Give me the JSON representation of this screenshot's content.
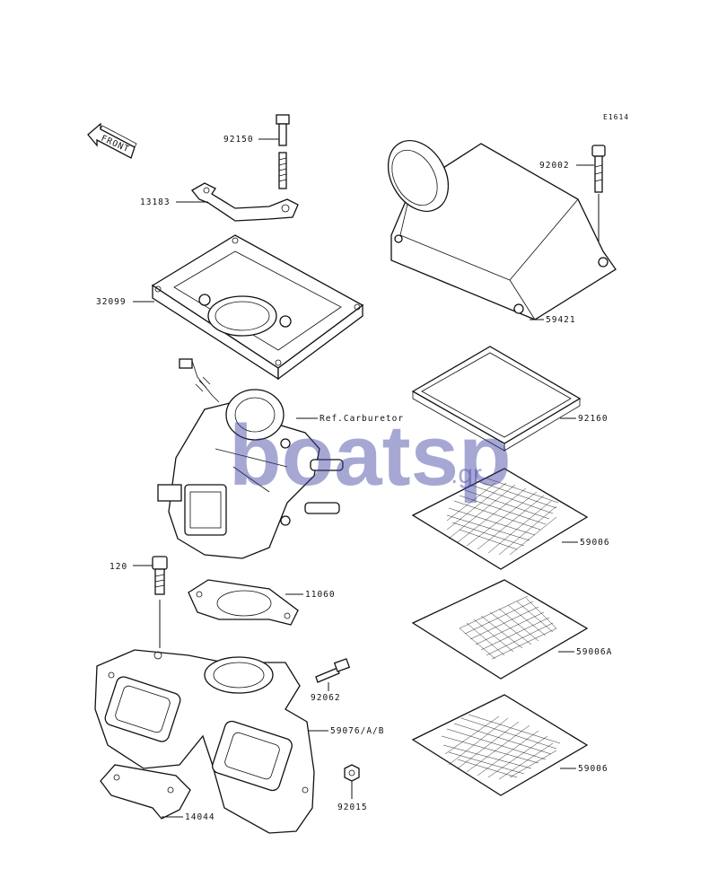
{
  "diagram_code": "E1614",
  "front_label": "FRONT",
  "watermark": {
    "main": "boatsp",
    "suffix": ".gr"
  },
  "parts": [
    {
      "id": "92150",
      "label": "92150"
    },
    {
      "id": "13183",
      "label": "13183"
    },
    {
      "id": "32099",
      "label": "32099"
    },
    {
      "id": "ref_carb",
      "label": "Ref.Carburetor"
    },
    {
      "id": "120",
      "label": "120"
    },
    {
      "id": "11060",
      "label": "11060"
    },
    {
      "id": "92062",
      "label": "92062"
    },
    {
      "id": "59076",
      "label": "59076/A/B"
    },
    {
      "id": "14044",
      "label": "14044"
    },
    {
      "id": "92015",
      "label": "92015"
    },
    {
      "id": "92002",
      "label": "92002"
    },
    {
      "id": "59421",
      "label": "59421"
    },
    {
      "id": "92160",
      "label": "92160"
    },
    {
      "id": "59006_a",
      "label": "59006"
    },
    {
      "id": "59006A",
      "label": "59006A"
    },
    {
      "id": "59006_b",
      "label": "59006"
    }
  ]
}
